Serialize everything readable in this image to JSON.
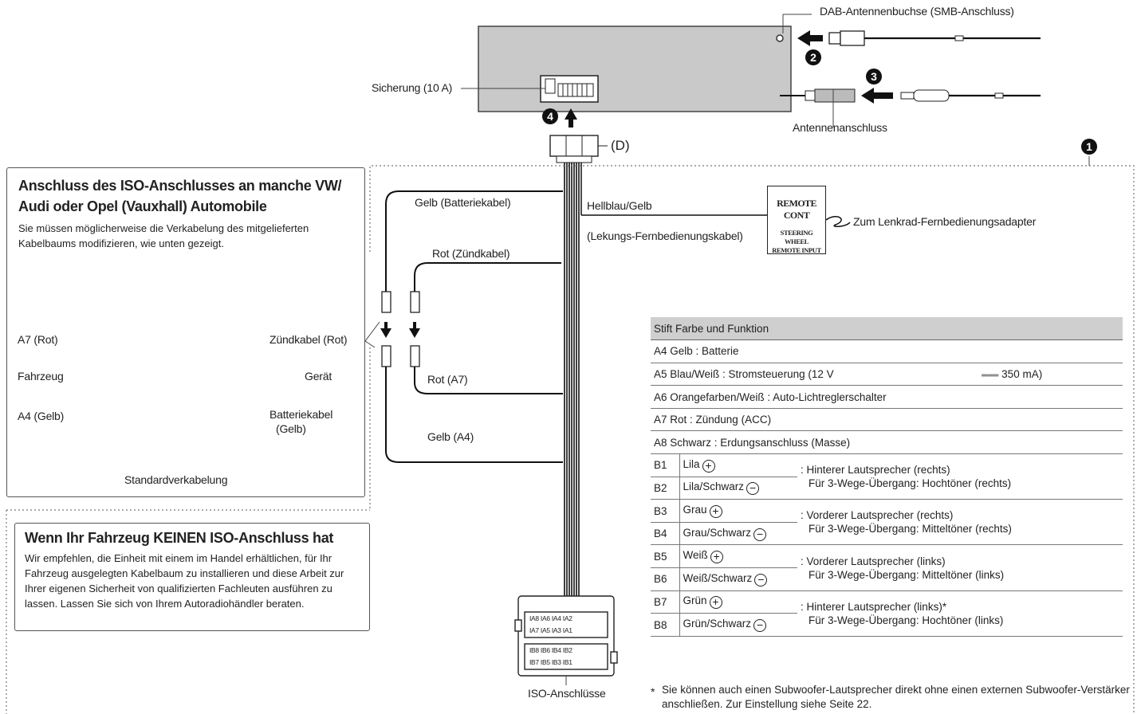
{
  "labels": {
    "dab": "DAB-Antennenbuchse (SMB-Anschluss)",
    "fuse": "Sicherung (10 A)",
    "antenna": "Antennenanschluss",
    "connector_d": "(D)",
    "gelb_batterie": "Gelb (Batteriekabel)",
    "rot_zuend": "Rot (Zündkabel)",
    "rot_a7": "Rot (A7)",
    "gelb_a4": "Gelb (A4)",
    "hellblau": "Hellblau/Gelb",
    "lenkung": "(Lekungs-Fernbedienungskabel)",
    "lenkrad": "Zum Lenkrad-Fernbedienungsadapter",
    "iso": "ISO-Anschlüsse"
  },
  "remote": {
    "line1": "REMOTE CONT",
    "line2": "STEERING WHEEL",
    "line3": "REMOTE INPUT"
  },
  "steps": {
    "s1": "1",
    "s2": "2",
    "s3": "3",
    "s4": "4"
  },
  "vw_box": {
    "title_line1": "Anschluss des ISO-Anschlusses an manche VW/",
    "title_line2": "Audi oder Opel (Vauxhall) Automobile",
    "body": "Sie müssen möglicherweise die Verkabelung des mitgelieferten Kabelbaums modifizieren, wie unten gezeigt.",
    "a7": "A7 (Rot)",
    "zuendkabel": "Zündkabel (Rot)",
    "fahrzeug": "Fahrzeug",
    "geraet": "Gerät",
    "a4": "A4 (Gelb)",
    "batteriekabel": "Batteriekabel",
    "gelb": "(Gelb)",
    "standard": "Standardverkabelung"
  },
  "no_iso_box": {
    "title": "Wenn Ihr Fahrzeug KEINEN ISO-Anschluss hat",
    "body": "Wir empfehlen, die Einheit mit einem im Handel erhältlichen, für Ihr Fahrzeug ausgelegten Kabelbaum zu installieren und diese Arbeit zur Ihrer eigenen Sicherheit von qualifizierten Fachleuten ausführen zu lassen. Lassen Sie sich von Ihrem Autoradiohändler beraten."
  },
  "iso_connector": {
    "row1": "IA8 IA6 IA4 IA2",
    "row2": "IA7 IA5 IA3 IA1",
    "row3": "IB8 IB6 IB4 IB2",
    "row4": "IB7 IB5 IB3 IB1"
  },
  "pin_table": {
    "header": "Stift Farbe und Funktion",
    "simple_rows": [
      "A4 Gelb : Batterie",
      "A5 Blau/Weiß : Stromsteuerung (12 V",
      "A6 Orangefarben/Weiß : Auto-Lichtreglerschalter",
      "A7 Rot : Zündung (ACC)",
      "A8 Schwarz : Erdungsanschluss (Masse)"
    ],
    "dc_symbol": "═══",
    "a5_current": "350 mA)",
    "plus": "+",
    "minus": "−",
    "speakers": [
      {
        "pin_pos": "B1",
        "color_pos": "Lila",
        "pin_neg": "B2",
        "color_neg": "Lila/Schwarz",
        "func": ": Hinterer Lautsprecher (rechts)",
        "func2": "Für 3-Wege-Übergang: Hochtöner (rechts)"
      },
      {
        "pin_pos": "B3",
        "color_pos": "Grau",
        "pin_neg": "B4",
        "color_neg": "Grau/Schwarz",
        "func": ": Vorderer Lautsprecher (rechts)",
        "func2": "Für 3-Wege-Übergang: Mitteltöner (rechts)"
      },
      {
        "pin_pos": "B5",
        "color_pos": "Weiß",
        "pin_neg": "B6",
        "color_neg": "Weiß/Schwarz",
        "func": ": Vorderer Lautsprecher (links)",
        "func2": "Für 3-Wege-Übergang: Mitteltöner (links)"
      },
      {
        "pin_pos": "B7",
        "color_pos": "Grün",
        "pin_neg": "B8",
        "color_neg": "Grün/Schwarz",
        "func": ": Hinterer Lautsprecher (links)*",
        "func2": "Für 3-Wege-Übergang: Hochtöner (links)"
      }
    ],
    "footnote_mark": "*",
    "footnote_line1": "Sie können auch einen Subwoofer-Lautsprecher direkt ohne einen externen Subwoofer-Verstärker",
    "footnote_line2": "anschließen. Zur Einstellung siehe Seite 22."
  }
}
